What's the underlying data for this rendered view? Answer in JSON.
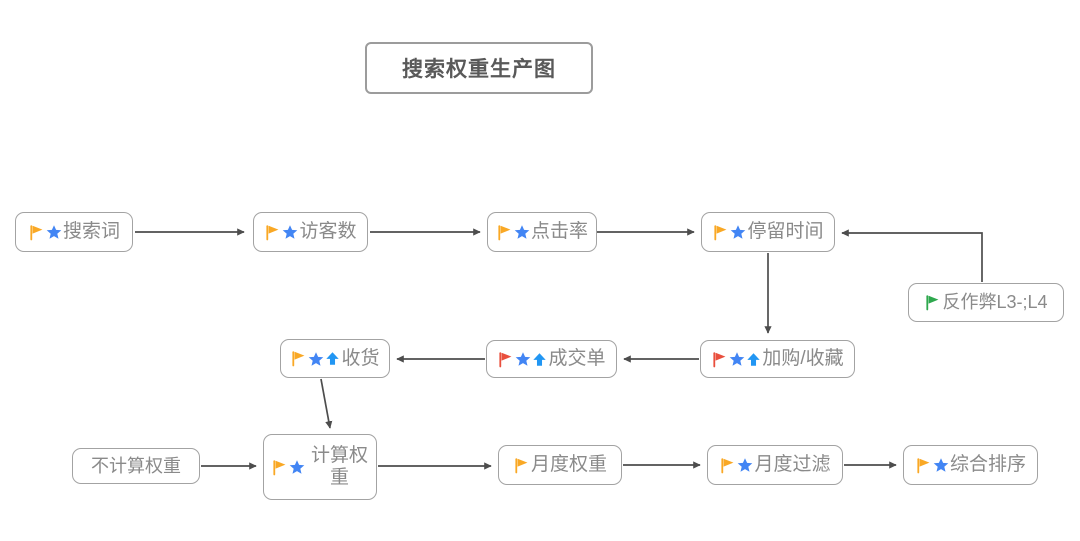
{
  "title": "搜索权重生产图",
  "colors": {
    "flag_orange": "#F9A825",
    "flag_red": "#E94F3D",
    "flag_green": "#2EA84E",
    "star_blue": "#4285F4",
    "arrow_blue": "#2196F3",
    "box_border": "#A3A3A3",
    "node_text": "#8A8A8A",
    "title_text": "#595959",
    "connector": "#4D4D4D"
  },
  "nodes": [
    {
      "id": "search-term",
      "label": "搜索词",
      "icons": [
        "flag-orange",
        "star-blue"
      ]
    },
    {
      "id": "visitors",
      "label": "访客数",
      "icons": [
        "flag-orange",
        "star-blue"
      ]
    },
    {
      "id": "click-rate",
      "label": "点击率",
      "icons": [
        "flag-orange",
        "star-blue"
      ]
    },
    {
      "id": "dwell-time",
      "label": "停留时间",
      "icons": [
        "flag-orange",
        "star-blue"
      ]
    },
    {
      "id": "anti-cheat",
      "label": "反作弊L3-;L4",
      "icons": [
        "flag-green"
      ]
    },
    {
      "id": "receipt",
      "label": "收货",
      "icons": [
        "flag-orange",
        "star-blue",
        "arrow-up-blue"
      ]
    },
    {
      "id": "deal-order",
      "label": "成交单",
      "icons": [
        "flag-red",
        "star-blue",
        "arrow-up-blue"
      ]
    },
    {
      "id": "add-cart-favorite",
      "label": "加购/收藏",
      "icons": [
        "flag-red",
        "star-blue",
        "arrow-up-blue"
      ]
    },
    {
      "id": "no-weight",
      "label": "不计算权重",
      "icons": []
    },
    {
      "id": "calc-weight",
      "label": "计算权重",
      "icons": [
        "flag-orange",
        "star-blue"
      ]
    },
    {
      "id": "monthly-weight",
      "label": "月度权重",
      "icons": [
        "flag-orange"
      ]
    },
    {
      "id": "monthly-filter",
      "label": "月度过滤",
      "icons": [
        "flag-orange",
        "star-blue"
      ]
    },
    {
      "id": "overall-ranking",
      "label": "综合排序",
      "icons": [
        "flag-orange",
        "star-blue"
      ]
    }
  ],
  "edges": [
    {
      "from": "search-term",
      "to": "visitors"
    },
    {
      "from": "visitors",
      "to": "click-rate"
    },
    {
      "from": "click-rate",
      "to": "dwell-time"
    },
    {
      "from": "anti-cheat",
      "to": "dwell-time"
    },
    {
      "from": "dwell-time",
      "to": "add-cart-favorite"
    },
    {
      "from": "add-cart-favorite",
      "to": "deal-order"
    },
    {
      "from": "deal-order",
      "to": "receipt"
    },
    {
      "from": "receipt",
      "to": "calc-weight"
    },
    {
      "from": "no-weight",
      "to": "calc-weight"
    },
    {
      "from": "calc-weight",
      "to": "monthly-weight"
    },
    {
      "from": "monthly-weight",
      "to": "monthly-filter"
    },
    {
      "from": "monthly-filter",
      "to": "overall-ranking"
    }
  ]
}
